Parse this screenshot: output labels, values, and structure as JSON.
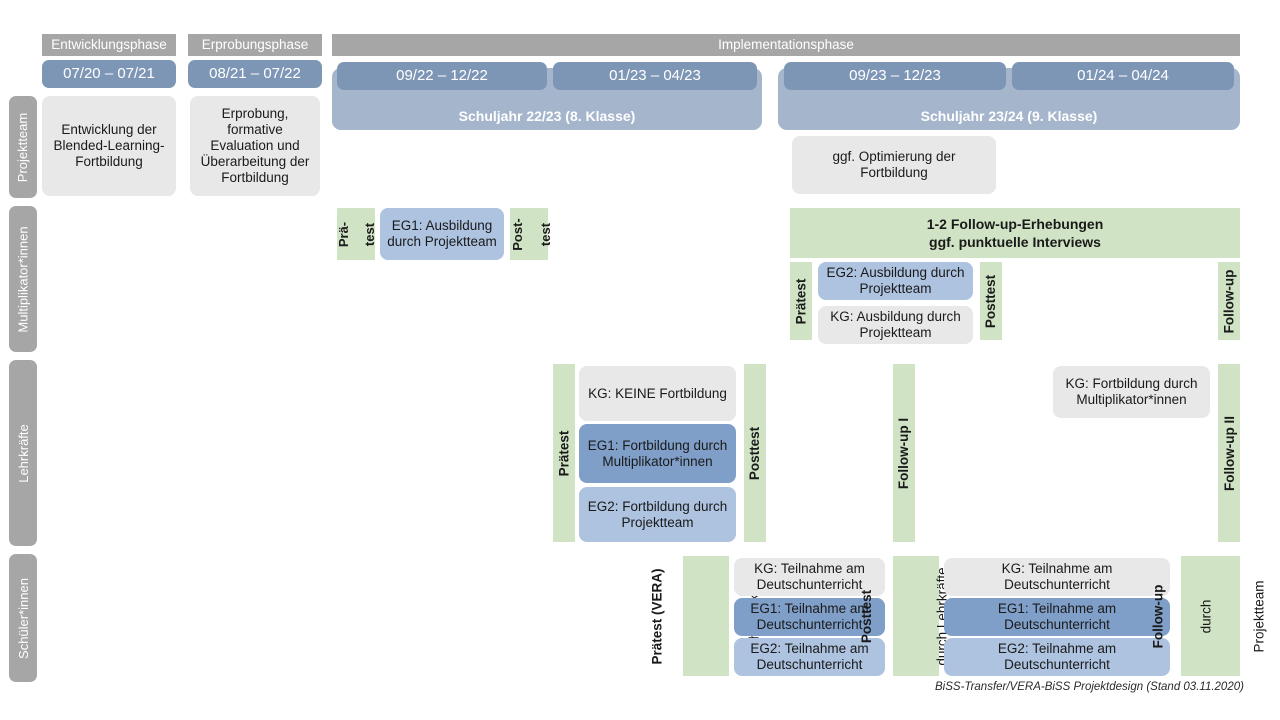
{
  "title": "BiSS-Transfer / VERA-BiSS Projektdesign",
  "colors": {
    "phase_header": "#a6a6a6",
    "period_chip": "#7e96b6",
    "schoolyear_band": "#a5b5cc",
    "row_label": "#a6a6a6",
    "grey_box": "#e8e8e8",
    "blue_dark": "#7f9fc9",
    "blue_light": "#adc3e0",
    "green_strip": "#d0e4c5"
  },
  "phases": [
    {
      "label": "Entwicklungsphase"
    },
    {
      "label": "Erprobungsphase"
    },
    {
      "label": "Implementationsphase"
    }
  ],
  "periods": [
    {
      "label": "07/20 – 07/21"
    },
    {
      "label": "08/21 – 07/22"
    },
    {
      "label": "09/22 – 12/22"
    },
    {
      "label": "01/23 – 04/23"
    },
    {
      "label": "09/23 – 12/23"
    },
    {
      "label": "01/24 – 04/24"
    }
  ],
  "school_years": [
    {
      "label": "Schuljahr 22/23 (8. Klasse)"
    },
    {
      "label": "Schuljahr 23/24 (9. Klasse)"
    }
  ],
  "row_labels": [
    {
      "label": "Projektteam"
    },
    {
      "label": "Multiplikator*innen"
    },
    {
      "label": "Lehrkräfte"
    },
    {
      "label": "Schüler*innen"
    }
  ],
  "projektteam": {
    "entwicklung": "Entwicklung der Blended-Learning-Fortbildung",
    "erprobung": "Erprobung, formative Evaluation und Überarbeitung der Fortbildung",
    "optimierung": "ggf. Optimierung der Fortbildung"
  },
  "multiplikatoren": {
    "praetest_short_line1": "Prä-",
    "praetest_short_line2": "test",
    "eg1_ausbildung": "EG1: Ausbildung durch Projektteam",
    "posttest_short_line1": "Post-",
    "posttest_short_line2": "test",
    "followup_band_line1": "1-2 Follow-up-Erhebungen",
    "followup_band_line2": "ggf. punktuelle Interviews",
    "praetest": "Prätest",
    "eg2_ausbildung": "EG2:  Ausbildung durch Projektteam",
    "kg_ausbildung": "KG: Ausbildung durch Projektteam",
    "posttest": "Posttest",
    "followup": "Follow-up"
  },
  "lehrkraefte": {
    "praetest": "Prätest",
    "kg_keine": "KG:  KEINE Fortbildung",
    "eg1_fortbildung": "EG1: Fortbildung durch Multiplikator*innen",
    "eg2_fortbildung": "EG2: Fortbildung durch Projektteam",
    "posttest": "Posttest",
    "followup_1": "Follow-up I",
    "kg_fortbildung": "KG: Fortbildung durch Multiplikator*innen",
    "followup_2": "Follow-up II"
  },
  "schueler": {
    "praetest_bold": "Prätest (VERA)",
    "praetest_sub": "durch Lehrkräfte",
    "kg_teilnahme_1": "KG: Teilnahme am Deutschunterricht",
    "eg1_teilnahme_1": "EG1: Teilnahme am Deutschunterricht",
    "eg2_teilnahme_1": "EG2: Teilnahme am Deutschunterricht",
    "posttest_bold": "Posttest",
    "posttest_sub": "durch Lehrkräfte",
    "kg_teilnahme_2": "KG: Teilnahme am Deutschunterricht",
    "eg1_teilnahme_2": "EG1: Teilnahme am Deutschunterricht",
    "eg2_teilnahme_2": "EG2: Teilnahme am Deutschunterricht",
    "followup_bold": "Follow-up",
    "followup_sub_line1": "durch",
    "followup_sub_line2": "Projektteam"
  },
  "footer": "BiSS-Transfer/VERA-BiSS Projektdesign (Stand 03.11.2020)"
}
